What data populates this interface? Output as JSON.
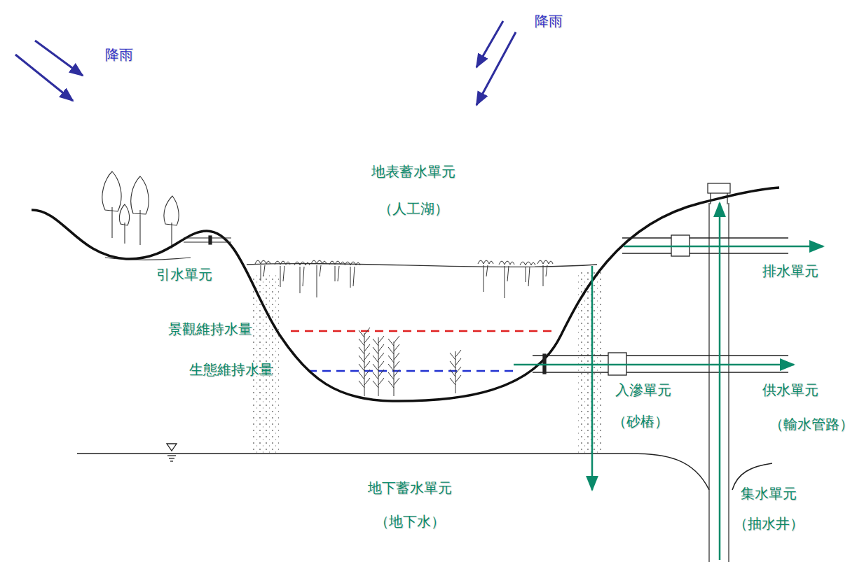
{
  "diagram": {
    "labels": [
      "降雨",
      "降雨",
      "地表蓄水單元",
      "（人工湖）",
      "引水單元",
      "排水單元",
      "景觀維持水量",
      "生態維持水量",
      "入滲單元",
      "（砂樁）",
      "供水單元",
      "（輸水管路）",
      "地下蓄水單元",
      "（地下水）",
      "集水單元",
      "（抽水井）"
    ]
  }
}
